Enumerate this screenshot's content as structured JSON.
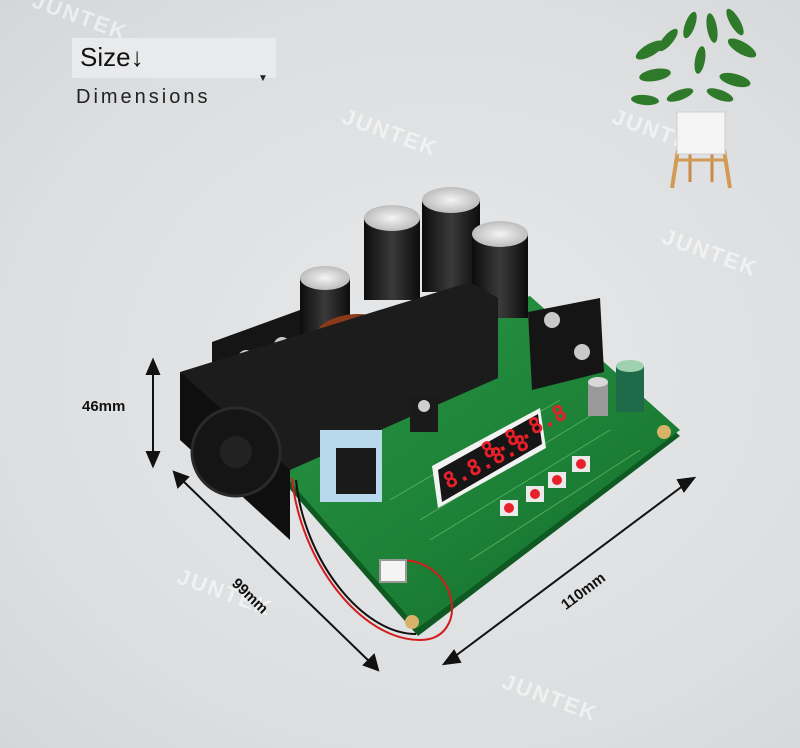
{
  "header": {
    "title": "Size↓",
    "subtitle": "Dimensions"
  },
  "dimensions": {
    "height": "46mm",
    "width": "99mm",
    "length": "110mm"
  },
  "watermarks": [
    "JUNTEK",
    "JUNTEK",
    "JUNTEK",
    "JUNTEK",
    "JUNTEK",
    "JUNTEK"
  ],
  "display": {
    "digits_top": "8.8.8.8",
    "digits_bottom": "8.8.8.8",
    "led_color": "#e8202a"
  },
  "colors": {
    "pcb": "#1f8a3a",
    "heatsink": "#1a1a1a",
    "arrow": "#111111"
  }
}
